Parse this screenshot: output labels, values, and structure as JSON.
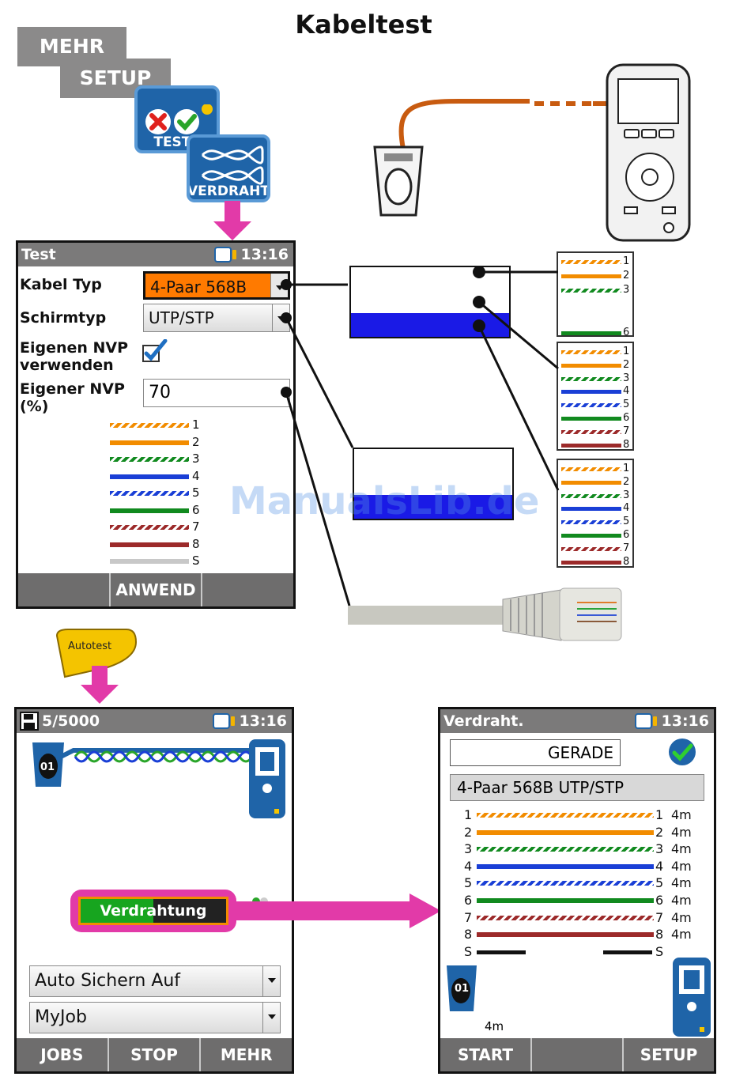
{
  "title": "Kabeltest",
  "breadcrumb": {
    "mehr": "MEHR",
    "setup": "SETUP"
  },
  "tiles": {
    "tests": "TESTS",
    "verdraht": "VERDRAHT"
  },
  "colors": {
    "orange": "#f28c00",
    "blue": "#1a3fd6",
    "green": "#118a1f",
    "brown": "#9c2a2a",
    "grey": "#c8c8c8",
    "pink": "#e23aa8",
    "titlebar": "#7b7a7a",
    "accent_orange": "#ff7a00"
  },
  "setup_screen": {
    "title": "Test",
    "time": "13:16",
    "kabel_typ_label": "Kabel Typ",
    "kabel_typ_value": "4-Paar 568B",
    "schirmtyp_label": "Schirmtyp",
    "schirmtyp_value": "UTP/STP",
    "nvp_use_label": "Eigenen NVP verwenden",
    "nvp_label": "Eigener NVP (%)",
    "nvp_value": "70",
    "wire_labels": [
      "1",
      "2",
      "3",
      "4",
      "5",
      "6",
      "7",
      "8",
      "S"
    ],
    "softkeys": [
      "",
      "ANWEND",
      ""
    ]
  },
  "pair_boxes": {
    "box_a": [
      "1",
      "2",
      "3",
      "6"
    ],
    "box_b": [
      "1",
      "2",
      "3",
      "4",
      "5",
      "6",
      "7",
      "8"
    ],
    "box_c": [
      "1",
      "2",
      "3",
      "4",
      "5",
      "6",
      "7",
      "8"
    ]
  },
  "autotest_label": "Autotest",
  "watermark": "ManualsLib.de",
  "run_screen": {
    "counter": "5/5000",
    "time": "13:16",
    "remote_id": "01",
    "progress_label": "Verdrahtung",
    "progress_fraction": 0.5,
    "auto_save": "Auto Sichern Auf",
    "job": "MyJob",
    "softkeys": [
      "JOBS",
      "STOP",
      "MEHR"
    ]
  },
  "result_screen": {
    "title": "Verdraht.",
    "time": "13:16",
    "result": "GERADE",
    "cable_label": "4-Paar 568B UTP/STP",
    "rows": [
      {
        "left": "1",
        "right": "1",
        "length": "4m"
      },
      {
        "left": "2",
        "right": "2",
        "length": "4m"
      },
      {
        "left": "3",
        "right": "3",
        "length": "4m"
      },
      {
        "left": "4",
        "right": "4",
        "length": "4m"
      },
      {
        "left": "5",
        "right": "5",
        "length": "4m"
      },
      {
        "left": "6",
        "right": "6",
        "length": "4m"
      },
      {
        "left": "7",
        "right": "7",
        "length": "4m"
      },
      {
        "left": "8",
        "right": "8",
        "length": "4m"
      },
      {
        "left": "S",
        "right": "S",
        "length": ""
      }
    ],
    "remote_id": "01",
    "length_total": "4m",
    "softkeys": [
      "START",
      "",
      "SETUP"
    ]
  }
}
